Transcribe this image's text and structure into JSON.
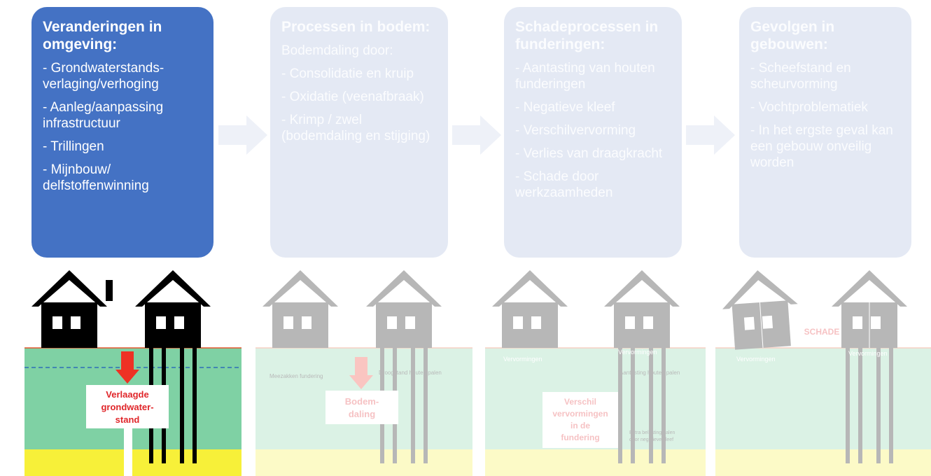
{
  "cards": [
    {
      "title": "Veranderingen in omgeving:",
      "lines": [
        "- Grondwaterstands-verlaging/verhoging",
        "- Aanleg/aanpassing infrastructuur",
        "- Trillingen",
        "- Mijnbouw/ delfstoffenwinning"
      ],
      "active": true
    },
    {
      "title": "Processen in bodem:",
      "lines": [
        "Bodemdaling door:",
        "- Consolidatie en kruip",
        "- Oxidatie (veenafbraak)",
        "- Krimp / zwel (bodemdaling en stijging)"
      ],
      "active": false
    },
    {
      "title": "Schadeprocessen in funderingen:",
      "lines": [
        "- Aantasting van houten funderingen",
        "- Negatieve kleef",
        "- Verschilvervorming",
        "- Verlies van draagkracht",
        " - Schade door werkzaamheden"
      ],
      "active": false
    },
    {
      "title": "Gevolgen in gebouwen:",
      "lines": [
        "- Scheefstand en scheurvorming",
        "- Vochtproblematiek",
        "- In het ergste geval kan een gebouw onveilig worden"
      ],
      "active": false
    }
  ],
  "panels": {
    "p1": {
      "sign": [
        "Verlaagde",
        "grondwater-",
        "stand"
      ]
    },
    "p2": {
      "label_left": "Meezakken fundering",
      "label_right": "Droogstand houten palen",
      "sign": [
        "Bodem-",
        "daling"
      ]
    },
    "p3": {
      "label_left": "Vervormingen",
      "label_right_top": "Vervormingen",
      "label_right": "Aantasting houten palen",
      "sign": [
        "Verschil",
        "vervormingen",
        "in de",
        "fundering"
      ],
      "note": [
        "Extra belasting palen",
        "door negatieve kleef"
      ]
    },
    "p4": {
      "label_left": "Vervormingen",
      "label_right": "Vervormingen",
      "damage": "SCHADE"
    }
  },
  "colors": {
    "active_card": "#4472c4",
    "faded_card": "#e4e9f4",
    "green_soil": "#7fd1a4",
    "yellow_sand": "#f7f039",
    "arrow_red": "#ee3124",
    "sign_text": "#e0262a",
    "water_line": "#2e6fb6",
    "surface_line": "#e4572e"
  }
}
